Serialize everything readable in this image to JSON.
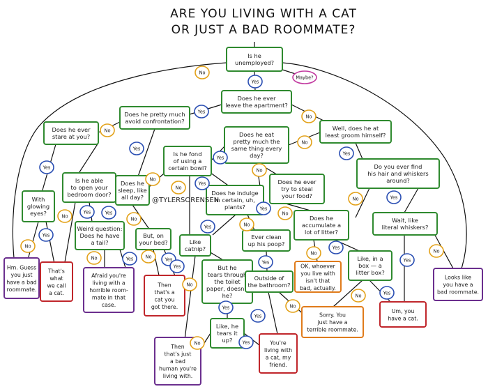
{
  "title": {
    "line1": "ARE YOU LIVING WITH A CAT",
    "line2": "OR JUST A BAD ROOMMATE?"
  },
  "watermark": "@TYLERSORENSEN",
  "labels": {
    "yes": "Yes",
    "no": "No",
    "maybe": "Maybe?"
  },
  "colors": {
    "question_border": "#2f8a2f",
    "cat_ending_border": "#c0262b",
    "roommate_ending_border": "#6b2f8e",
    "neutral_ending_border": "#e07b1a",
    "yes_circle": "#2b4fb3",
    "no_circle": "#e3a21a",
    "maybe_circle": "#c23aa0"
  },
  "questions": {
    "q_unemployed": [
      "Is he",
      "unemployed?"
    ],
    "q_leave": [
      "Does he ever",
      "leave the apartment?"
    ],
    "q_confrontation": [
      "Does he pretty much",
      "avoid confrontation?"
    ],
    "q_stare": [
      "Does he ever",
      "stare at you?"
    ],
    "q_open_door": [
      "Is he able",
      "to open your",
      "bedroom door?"
    ],
    "q_glowing": [
      "With",
      "glowing",
      "eyes?"
    ],
    "q_tail": [
      "Weird question:",
      "Does he have",
      "a tail?"
    ],
    "q_sleep": [
      "Does he",
      "sleep, like",
      "all day?"
    ],
    "q_bed": [
      "But, on",
      "your bed?"
    ],
    "q_bowl": [
      "Is he fond",
      "of using a",
      "certain bowl?"
    ],
    "q_eat_same": [
      "Does he eat",
      "pretty much the",
      "same thing every",
      "day?"
    ],
    "q_groom": [
      "Well, does he at",
      "least groom himself?"
    ],
    "q_hair_whiskers": [
      "Do you ever find",
      "his hair and whiskers",
      "around?"
    ],
    "q_literal": [
      "Wait, like",
      "literal whiskers?"
    ],
    "q_steal": [
      "Does he ever",
      "try to steal",
      "your food?"
    ],
    "q_indulge": [
      "Does he indulge",
      "in certain, uh,",
      "plants?"
    ],
    "q_litter_lot": [
      "Does he",
      "accumulate a",
      "lot of litter?"
    ],
    "q_litter_box": [
      "Like, in a",
      "box — a",
      "litter box?"
    ],
    "q_catnip": [
      "Like",
      "catnip?"
    ],
    "q_clean_poop": [
      "Ever clean",
      "up his poop?"
    ],
    "q_toilet_paper": [
      "But he",
      "tears through",
      "the toilet",
      "paper, doesn't",
      "he?"
    ],
    "q_outside": [
      "Outside of",
      "the bathroom?"
    ],
    "q_tears_it": [
      "Like, he",
      "tears it",
      "up?"
    ]
  },
  "endings": {
    "e_guess_roommate": [
      "Hm. Guess",
      "you just",
      "have a bad",
      "roommate."
    ],
    "e_thats_cat": [
      "That's",
      "what",
      "we call",
      "a cat."
    ],
    "e_afraid": [
      "Afraid you're",
      "living with a",
      "horrible room-",
      "mate in that",
      "case."
    ],
    "e_then_cat": [
      "Then",
      "that's a",
      "cat you",
      "got there."
    ],
    "e_ok_whoever": [
      "OK, whoever",
      "you live with",
      "isn't that",
      "bad, actually."
    ],
    "e_um_cat": [
      "Um, you",
      "have a cat."
    ],
    "e_looks_like": [
      "Looks like",
      "you have a",
      "bad roommate."
    ],
    "e_sorry": [
      "Sorry. You",
      "just have a",
      "terrible roommate."
    ],
    "e_bad_human": [
      "Then",
      "that's just",
      "a bad",
      "human you're",
      "living with."
    ],
    "e_living_cat": [
      "You're",
      "living with",
      "a cat, my",
      "friend."
    ]
  }
}
